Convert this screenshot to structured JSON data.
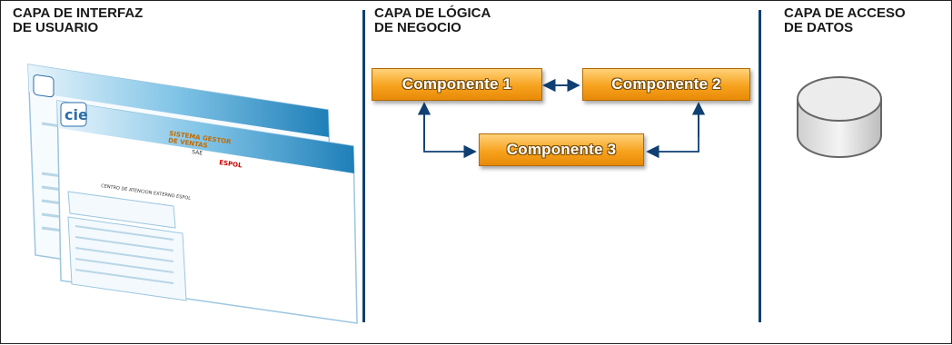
{
  "columns": [
    {
      "title": "CAPA DE INTERFAZ\nDE USUARIO"
    },
    {
      "title": "CAPA DE LÓGICA\nDE NEGOCIO"
    },
    {
      "title": "CAPA DE ACCESO\nDE DATOS"
    }
  ],
  "components": [
    {
      "label": "Componente 1"
    },
    {
      "label": "Componente 2"
    },
    {
      "label": "Componente 3"
    }
  ],
  "ui_mockup": {
    "logo_text": "cie",
    "header_title": "SISTEMA GESTOR\nDE VENTAS",
    "header_subtitle": "SAE",
    "brand": "ESPOL",
    "section_title": "CENTRO DE ATENCION EXTERNO ESPOL"
  },
  "colors": {
    "divider": "#0f3f73",
    "component_fill": "#f7a21e",
    "arrow": "#0f3f73",
    "database_fill": "#e6e6e6"
  },
  "icons": [
    "database-icon"
  ]
}
